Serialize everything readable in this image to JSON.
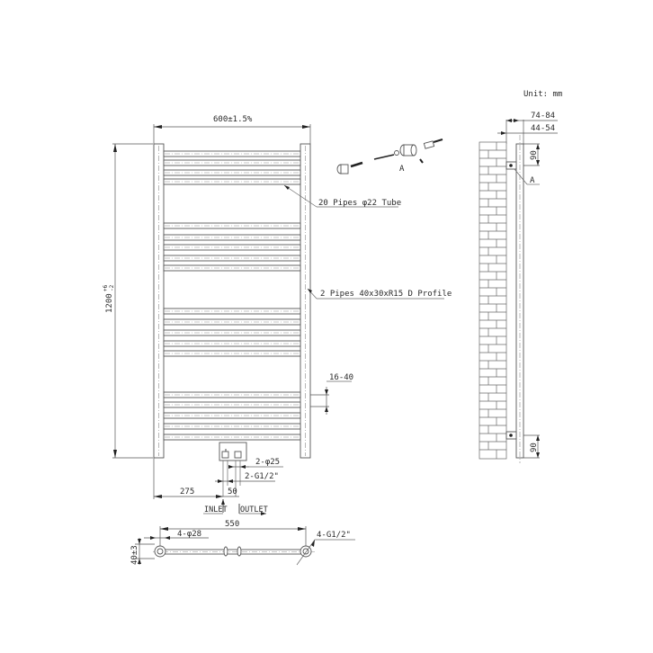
{
  "drawing": {
    "unit_label": "Unit: mm",
    "front_view": {
      "width_label": "600±1.5%",
      "height_label": "1200",
      "height_tolerance_upper": "+6",
      "height_tolerance_lower": "-2",
      "tubes_callout": "20 Pipes φ22 Tube",
      "profile_callout": "2 Pipes 40x30xR15 D Profile",
      "gap_label": "16-40",
      "connection_diameter": "2-φ25",
      "connection_thread": "2-G1/2\"",
      "offset_label": "275",
      "centers_label": "50",
      "inlet_label": "INLET",
      "outlet_label": "OUTLET",
      "tube_groups": [
        5,
        5,
        5,
        5
      ]
    },
    "fixing_kit": {
      "detail_label": "A"
    },
    "side_view": {
      "depth_outer": "74-84",
      "depth_inner": "44-54",
      "top_bracket_offset": "90",
      "bottom_bracket_offset": "90",
      "bracket_detail_label": "A"
    },
    "bottom_view": {
      "centers_label": "550",
      "bracket_diameter": "4-φ28",
      "thread_label": "4-G1/2\"",
      "depth_label": "40±3"
    }
  }
}
